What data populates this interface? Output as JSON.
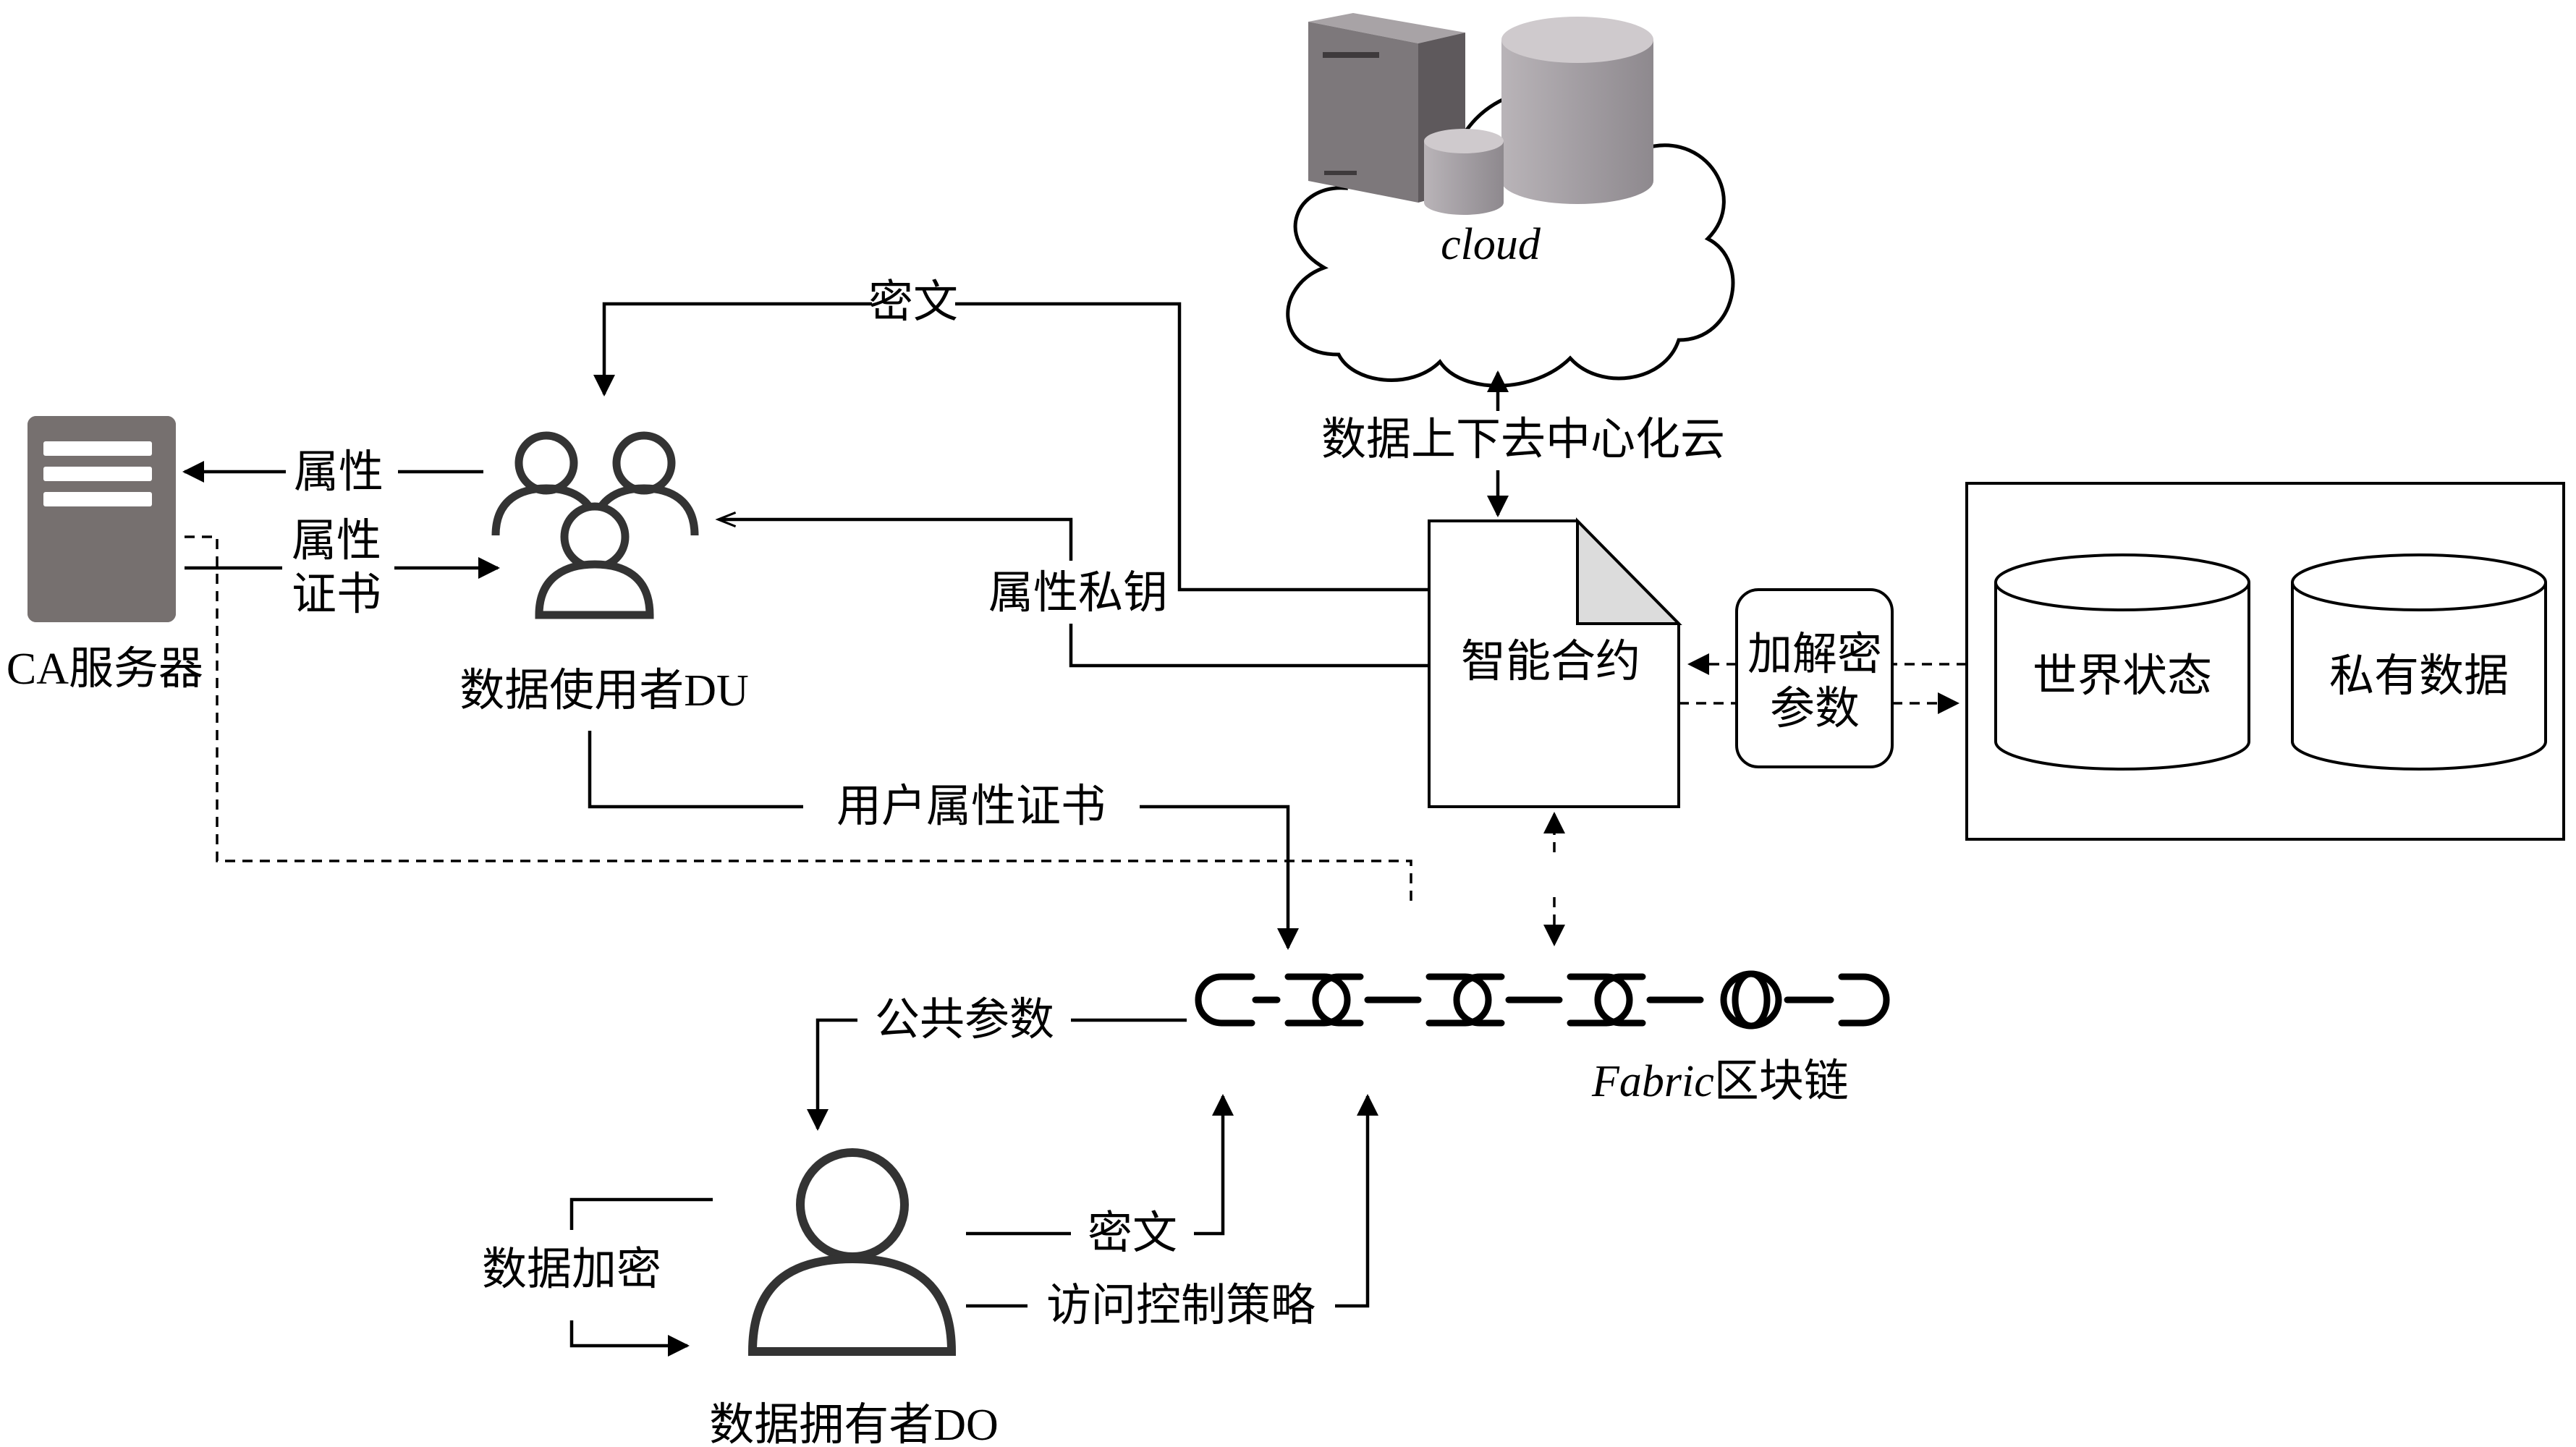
{
  "nodes": {
    "cloud": "cloud",
    "ca_server": "CA服务器",
    "data_user": "数据使用者DU",
    "data_owner": "数据拥有者DO",
    "smart_contract": "智能合约",
    "enc_dec_params": [
      "加解密",
      "参数"
    ],
    "world_state": "世界状态",
    "private_data": "私有数据",
    "blockchain_italic": "Fabric",
    "blockchain_suffix": "区块链"
  },
  "edges": {
    "ciphertext_to_du": "密文",
    "attribute": "属性",
    "attribute_cert": [
      "属性",
      "证书"
    ],
    "attribute_private_key": "属性私钥",
    "user_attribute_cert": "用户属性证书",
    "public_params": "公共参数",
    "data_to_cloud": "数据上下去中心化云",
    "data_encryption": "数据加密",
    "ciphertext_from_do": "密文",
    "access_policy": "访问控制策略"
  }
}
